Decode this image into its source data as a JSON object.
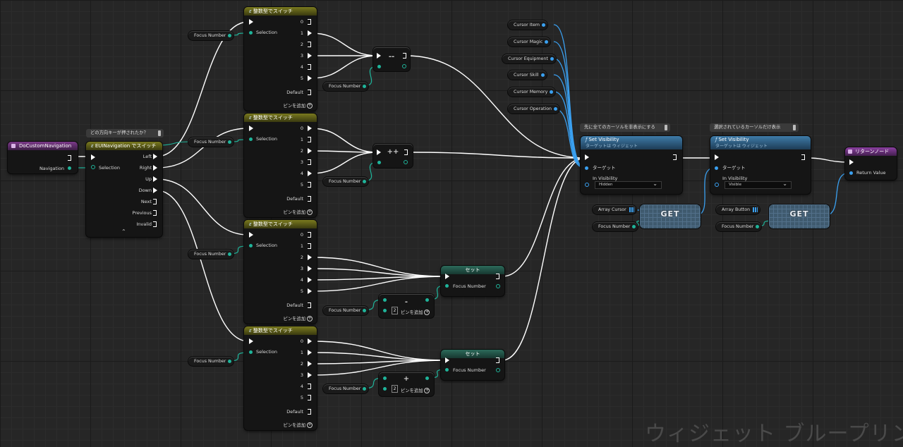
{
  "graph_title": "ウィジェット ブループリント",
  "event_node": {
    "title": "DoCustomNavigation",
    "out_pin": "Navigation"
  },
  "comment_direction": "どの方向キーが押されたか？",
  "nav_switch": {
    "title": "EUINavigation でスイッチ",
    "selection": "Selection",
    "outputs": [
      "Left",
      "Right",
      "Up",
      "Down",
      "Next",
      "Previous",
      "Invalid"
    ]
  },
  "int_switch": {
    "title": "整数型でスイッチ",
    "selection": "Selection",
    "outputs": [
      "0",
      "1",
      "2",
      "3",
      "4",
      "5"
    ],
    "default": "Default",
    "add_pin": "ピンを追加"
  },
  "focus_var": "Focus Number",
  "ops": {
    "decrement": "--",
    "increment": "++",
    "subtract": "-",
    "add": "+",
    "operand": "2",
    "add_pin": "ピンを追加"
  },
  "set_node": {
    "title": "セット",
    "pin": "Focus Number"
  },
  "cursor_vars": [
    "Cursor Item",
    "Cursor Magic",
    "Cursor Equipment",
    "Cursor Skill",
    "Cursor Memory",
    "Cursor Operation"
  ],
  "comment_hide": "先に全てのカーソルを非表示にする",
  "comment_show": "選択されているカーソルだけ表示",
  "set_visibility_1": {
    "title": "Set Visibility",
    "subtitle": "ターゲットは ウィジェット",
    "target": "ターゲット",
    "in_visibility": "In Visibility",
    "value": "Hidden"
  },
  "set_visibility_2": {
    "title": "Set Visibility",
    "subtitle": "ターゲットは ウィジェット",
    "target": "ターゲット",
    "in_visibility": "In Visibility",
    "value": "Visible"
  },
  "array_cursor": "Array Cursor",
  "array_button": "Array Button",
  "get_label": "GET",
  "return_node": {
    "title": "リターンノード",
    "pin": "Return Value"
  },
  "colors": {
    "exec": "#ffffff",
    "int_pin": "#1fb49a",
    "object_pin": "#3aa0f0",
    "event_header": "#7c3a8a",
    "switch_header": "#7a7a1f",
    "function_header": "#3e7ba8"
  }
}
